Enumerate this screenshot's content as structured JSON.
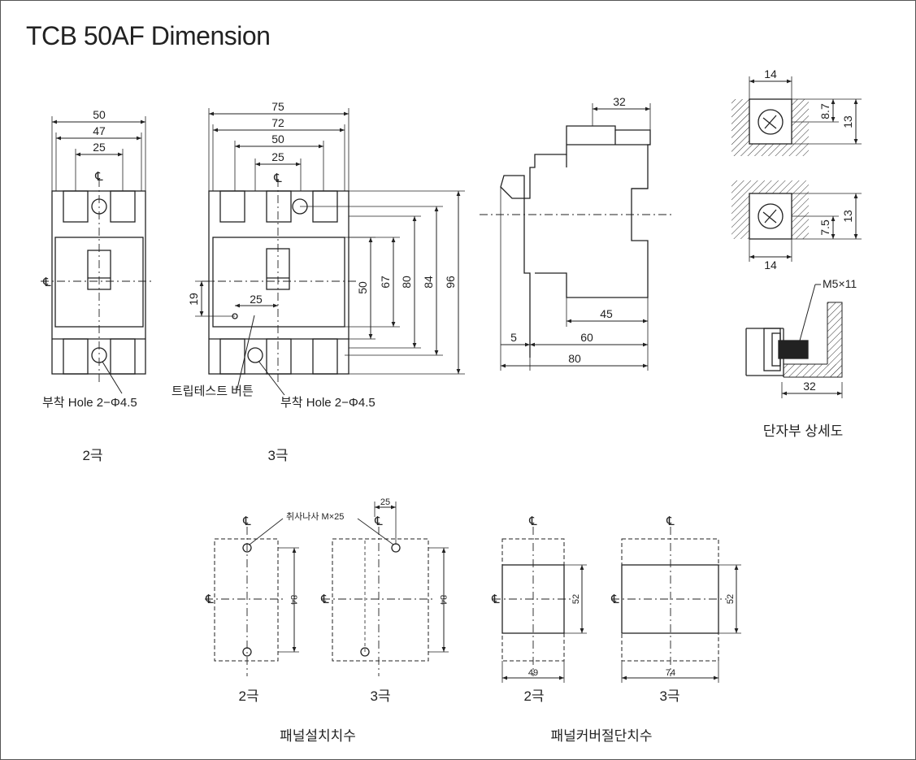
{
  "title": "TCB 50AF Dimension",
  "two_pole": {
    "dims": [
      "50",
      "47",
      "25"
    ],
    "hole_label": "부착 Hole 2−Φ4.5",
    "caption": "2극"
  },
  "three_pole": {
    "dims": [
      "75",
      "72",
      "50",
      "25"
    ],
    "vertical_dims": [
      "50",
      "67",
      "80",
      "84",
      "96"
    ],
    "offset_dims": [
      "19",
      "25"
    ],
    "trip_label": "트립테스트 버튼",
    "hole_label": "부착 Hole 2−Φ4.5",
    "caption": "3극"
  },
  "side_view": {
    "dims": [
      "32",
      "45",
      "60",
      "80",
      "5"
    ]
  },
  "terminal": {
    "dims_top": [
      "14",
      "8.7",
      "13"
    ],
    "dims_mid": [
      "7.5",
      "13",
      "14"
    ],
    "screw_label": "M5×11",
    "dim_bottom": "32",
    "caption": "단자부 상세도"
  },
  "panel_install": {
    "screw_label": "취사나사  M×25",
    "top_dim": "25",
    "height_dim": "84",
    "caption_2p": "2극",
    "caption_3p": "3극",
    "caption": "패널설치치수"
  },
  "panel_cutout": {
    "height_dim": "52",
    "width_2p": "49",
    "width_3p": "74",
    "caption_2p": "2극",
    "caption_3p": "3극",
    "caption": "패널커버절단치수"
  },
  "centerline_symbol": "℄"
}
